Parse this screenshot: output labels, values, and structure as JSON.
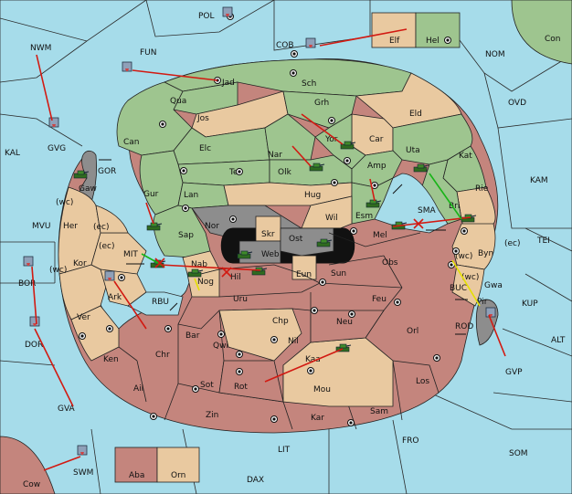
{
  "map": {
    "sea_color": "#a6dcea",
    "power_colors": {
      "green": "#9ec58f",
      "tan": "#e9c9a0",
      "red": "#c4857d",
      "neutral": "#8d8d8d"
    },
    "order_colors": {
      "move": "#d21a12",
      "support": "#18b418",
      "convoy": "#e4e000"
    },
    "labels": {
      "POL": "POL",
      "COB": "COB",
      "NWM": "NWM",
      "FUN": "FUN",
      "Elf": "Elf",
      "Hel": "Hel",
      "Con": "Con",
      "NOM": "NOM",
      "OVD": "OVD",
      "KAM": "KAM",
      "KAL": "KAL",
      "GVG": "GVG",
      "Jad": "Jad",
      "Sch": "Sch",
      "Qua": "Qua",
      "Grh": "Grh",
      "Eld": "Eld",
      "Jos": "Jos",
      "Can": "Can",
      "Car": "Car",
      "Uta": "Uta",
      "Kat": "Kat",
      "Yor": "Yor",
      "Elc": "Elc",
      "Nar": "Nar",
      "Tel": "Tel",
      "Olk": "Olk",
      "Amp": "Amp",
      "GOR": "GOR",
      "Gaw": "Gaw",
      "Gur": "Gur",
      "Lan": "Lan",
      "Hug": "Hug",
      "Rie": "Rie",
      "Esm": "Esm",
      "Wil": "Wil",
      "wc": "(wc)",
      "ec": "(ec)",
      "MVU": "MVU",
      "Her": "Her",
      "Nor": "Nor",
      "Skr": "Skr",
      "SMA": "SMA",
      "Bri": "Bri",
      "Sap": "Sap",
      "Ost": "Ost",
      "Mel": "Mel",
      "Byn": "Byn",
      "TEI": "TEI",
      "Kor": "Kor",
      "MIT": "MIT",
      "Web": "Web",
      "Obs": "Obs",
      "BOR": "BOR",
      "Nab": "Nab",
      "Eun": "Eun",
      "Sun": "Sun",
      "BUC": "BUC",
      "Gwa": "Gwa",
      "Ark": "Ark",
      "Nog": "Nog",
      "Hil": "Hil",
      "Pir": "Pir",
      "KUP": "KUP",
      "RBU": "RBU",
      "Uru": "Uru",
      "Feu": "Feu",
      "Ver": "Ver",
      "Chp": "Chp",
      "DOR": "DOR",
      "Neu": "Neu",
      "Orl": "Orl",
      "ROD": "ROD",
      "Bar": "Bar",
      "Qwi": "Qwi",
      "Nil": "Nil",
      "ALT": "ALT",
      "Ken": "Ken",
      "Chr": "Chr",
      "Kaa": "Kaa",
      "Los": "Los",
      "GVP": "GVP",
      "Ail": "Ail",
      "Sot": "Sot",
      "Rot": "Rot",
      "Mou": "Mou",
      "GVA": "GVA",
      "Zin": "Zin",
      "Kar": "Kar",
      "Sam": "Sam",
      "FRO": "FRO",
      "LIT": "LIT",
      "SOM": "SOM",
      "SWM": "SWM",
      "Aba": "Aba",
      "Orn": "Orn",
      "Cow": "Cow",
      "DAX": "DAX"
    }
  }
}
